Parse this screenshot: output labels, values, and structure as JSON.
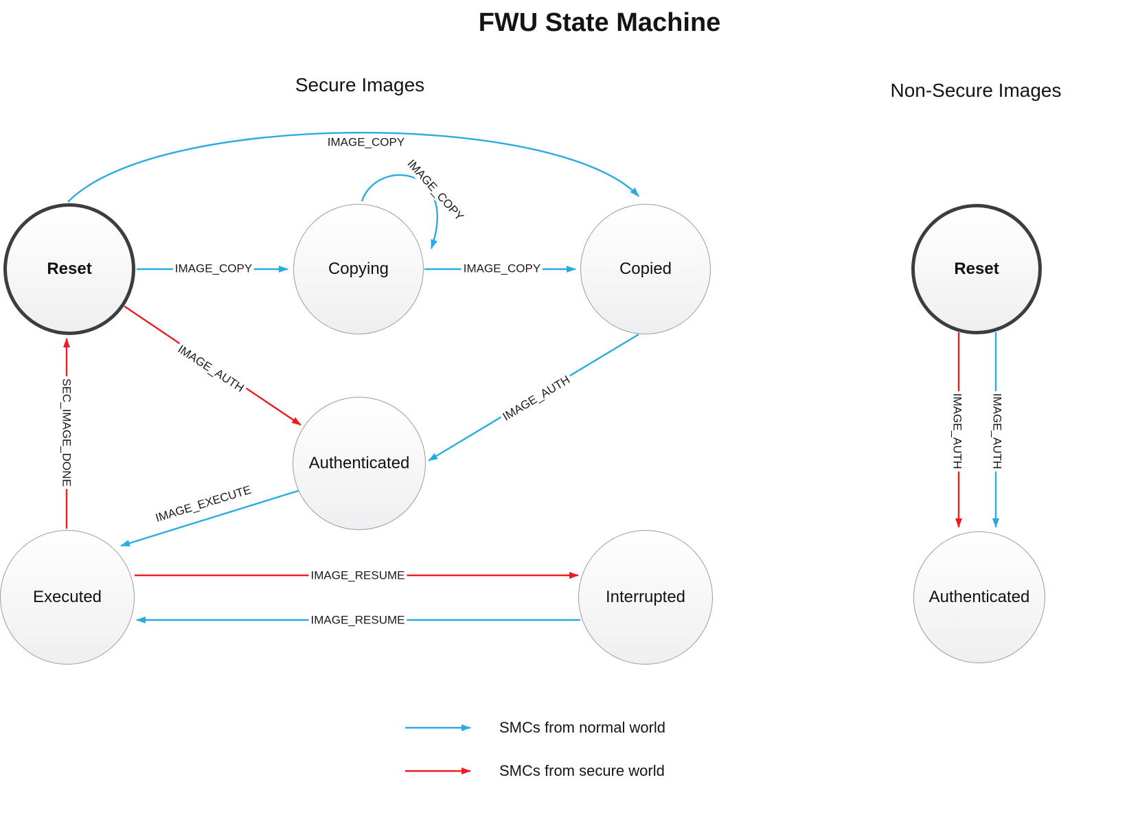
{
  "title": "FWU State Machine",
  "sections": {
    "secure": "Secure Images",
    "non_secure": "Non-Secure Images"
  },
  "states": {
    "secure_reset": "Reset",
    "copying": "Copying",
    "copied": "Copied",
    "secure_authenticated": "Authenticated",
    "executed": "Executed",
    "interrupted": "Interrupted",
    "ns_reset": "Reset",
    "ns_authenticated": "Authenticated"
  },
  "edge_labels": {
    "reset_to_copied": "IMAGE_COPY",
    "copying_self": "IMAGE_COPY",
    "reset_to_copying": "IMAGE_COPY",
    "copying_to_copied": "IMAGE_COPY",
    "reset_to_authenticated": "IMAGE_AUTH",
    "copied_to_authenticated": "IMAGE_AUTH",
    "authenticated_to_executed": "IMAGE_EXECUTE",
    "executed_to_reset": "SEC_IMAGE_DONE",
    "executed_to_interrupted": "IMAGE_RESUME",
    "interrupted_to_executed": "IMAGE_RESUME",
    "ns_reset_to_authenticated_secure": "IMAGE_AUTH",
    "ns_reset_to_authenticated_normal": "IMAGE_AUTH"
  },
  "legend": {
    "normal_world": "SMCs from normal world",
    "secure_world": "SMCs from secure world"
  },
  "colors": {
    "normal_world_blue": "#29ABE2",
    "secure_world_red": "#EC1C24"
  }
}
